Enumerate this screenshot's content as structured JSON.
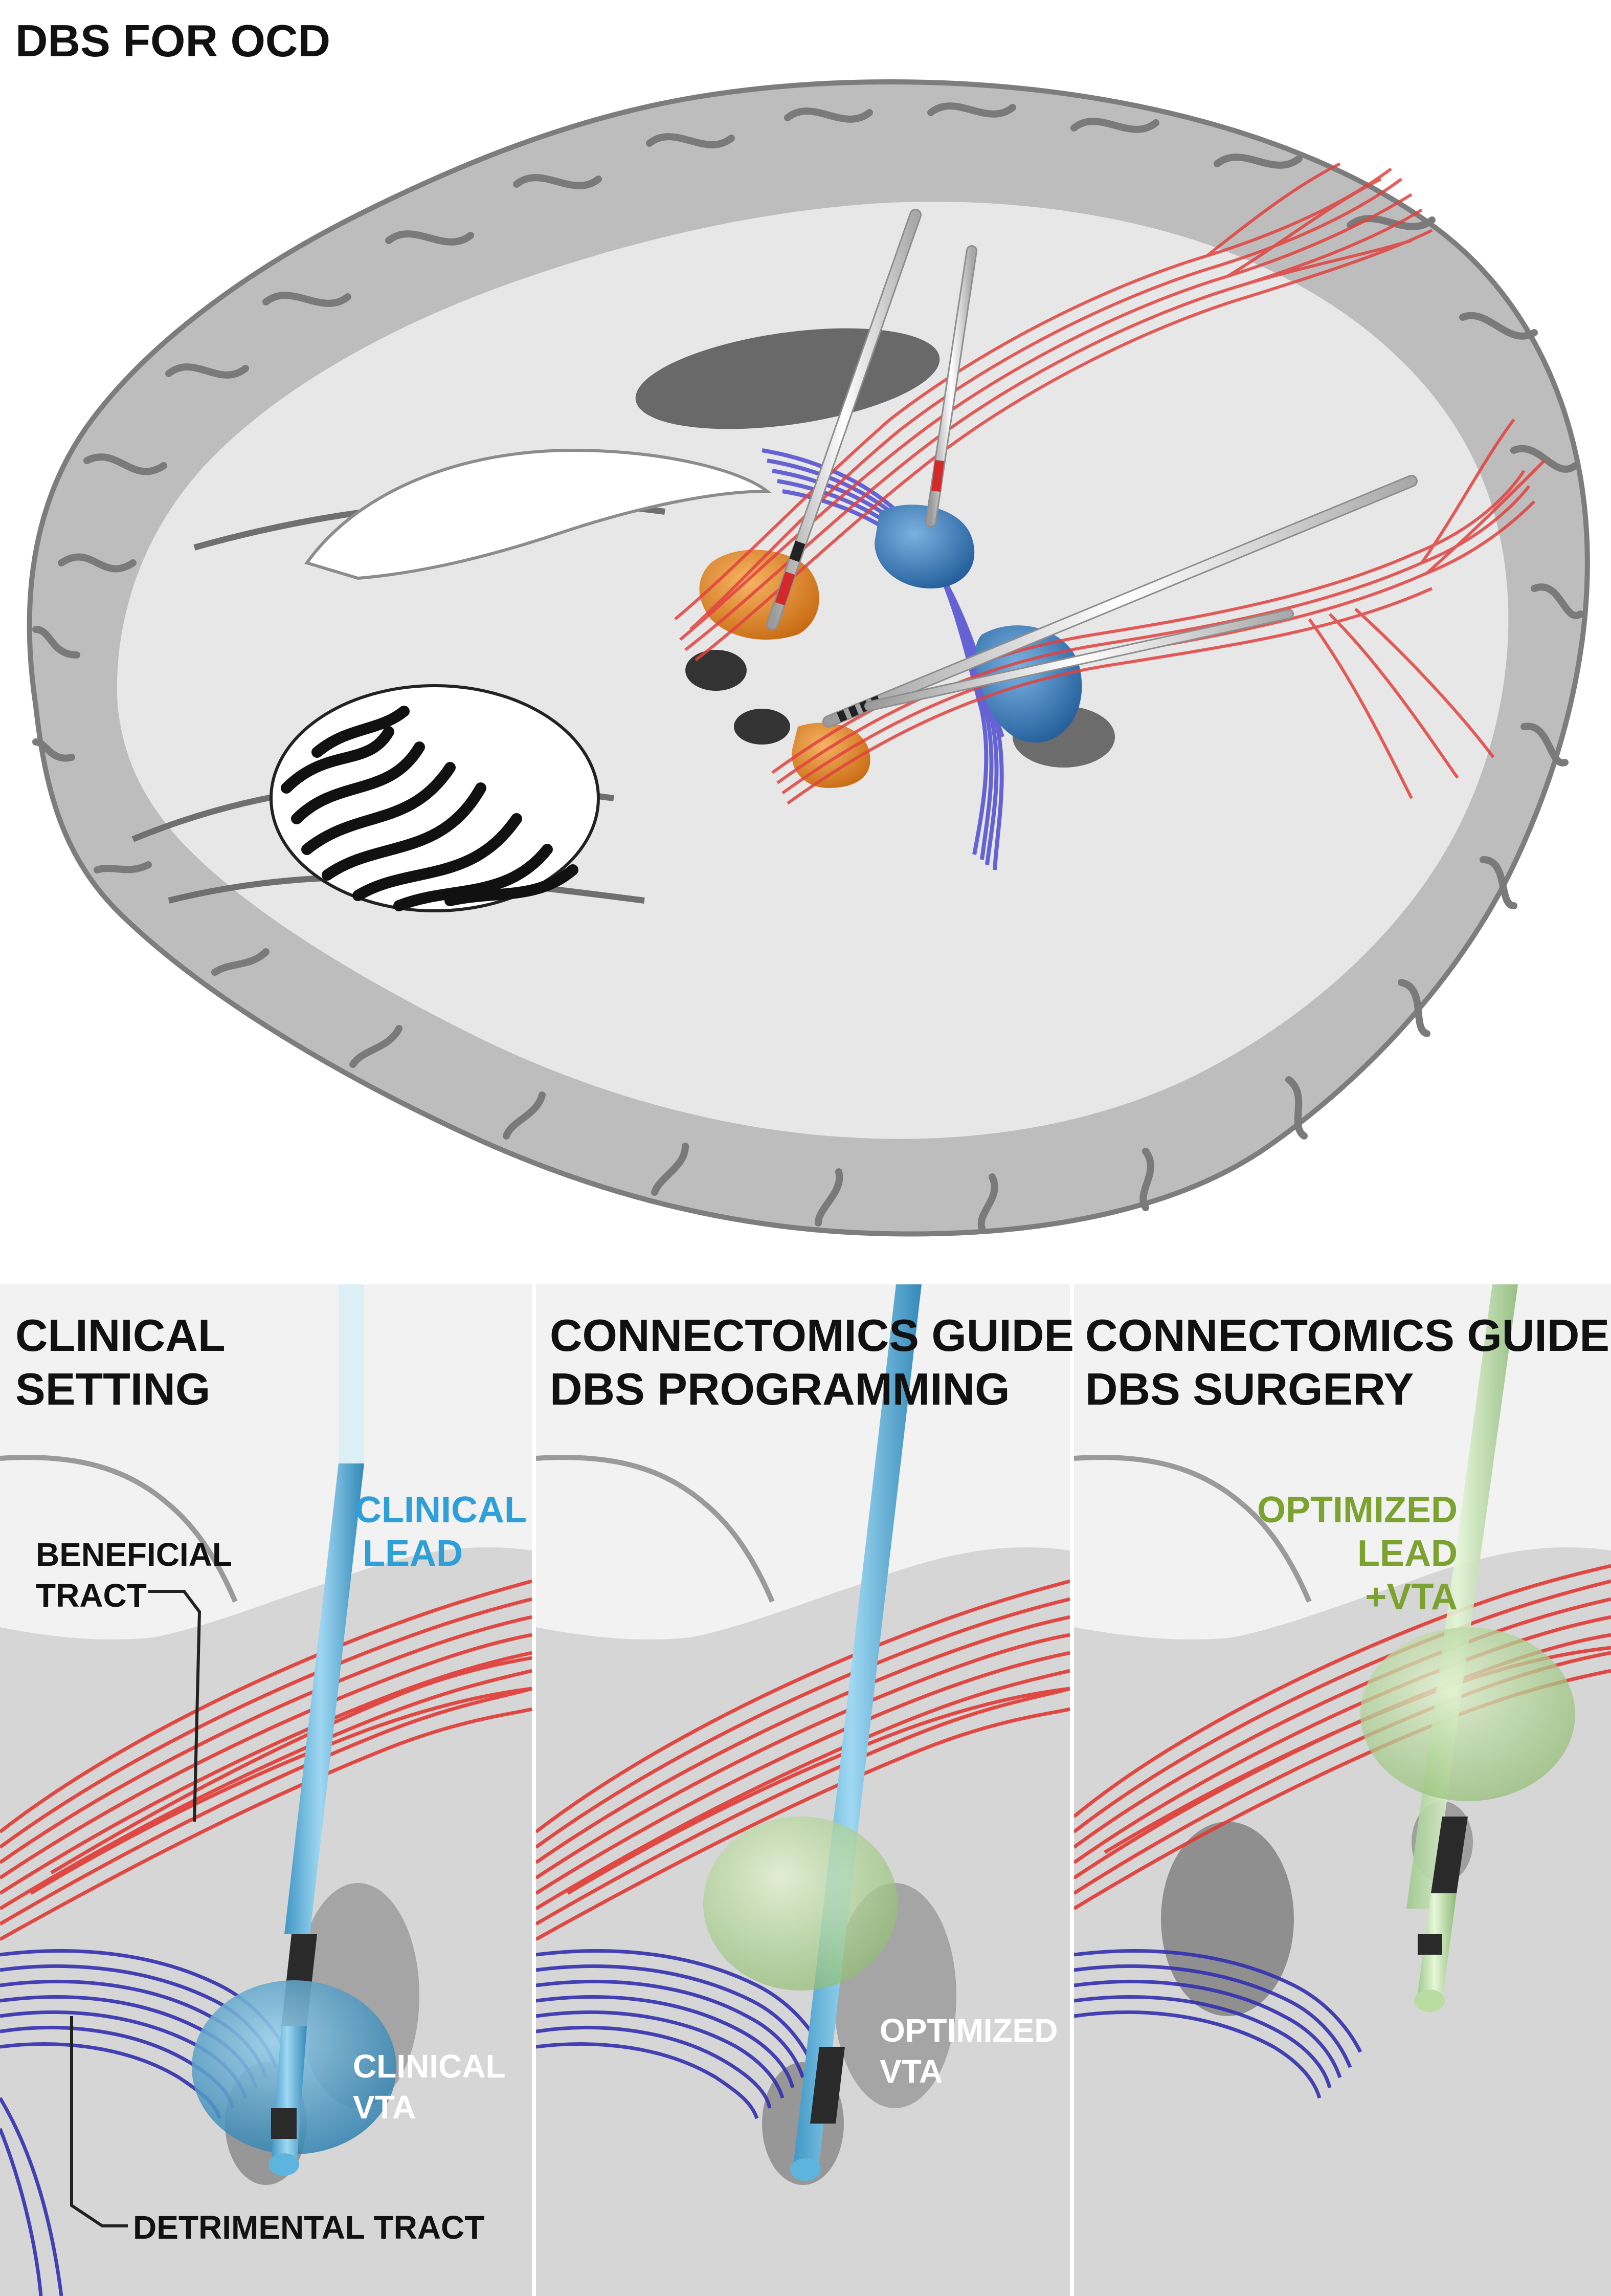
{
  "title": "DBS FOR OCD",
  "panels": [
    {
      "title_line1": "CLINICAL",
      "title_line2": "SETTING"
    },
    {
      "title_line1": "CONNECTOMICS GUIDE",
      "title_line2": "DBS PROGRAMMING"
    },
    {
      "title_line1": "CONNECTOMICS GUIDE",
      "title_line2": "DBS SURGERY"
    }
  ],
  "labels": {
    "beneficial_l1": "BENEFICIAL",
    "beneficial_l2": "TRACT",
    "detrimental": "DETRIMENTAL TRACT",
    "clinical_lead_l1": "CLINICAL",
    "clinical_lead_l2": "LEAD",
    "clinical_vta_l1": "CLINICAL",
    "clinical_vta_l2": "VTA",
    "optimized_vta_l1": "OPTIMIZED",
    "optimized_vta_l2": "VTA",
    "optimized_lead_l1": "OPTIMIZED",
    "optimized_lead_l2": "LEAD",
    "optimized_lead_l3": "+VTA"
  },
  "colors": {
    "beneficial_tract": "#e0302f",
    "detrimental_tract": "#3a37b8",
    "clinical_lead": "#5db4dc",
    "optimized": "#7ca330",
    "optimized_vta": "#b9dca0",
    "target_orange": "#e78a24",
    "target_blue": "#3d7fc0"
  }
}
